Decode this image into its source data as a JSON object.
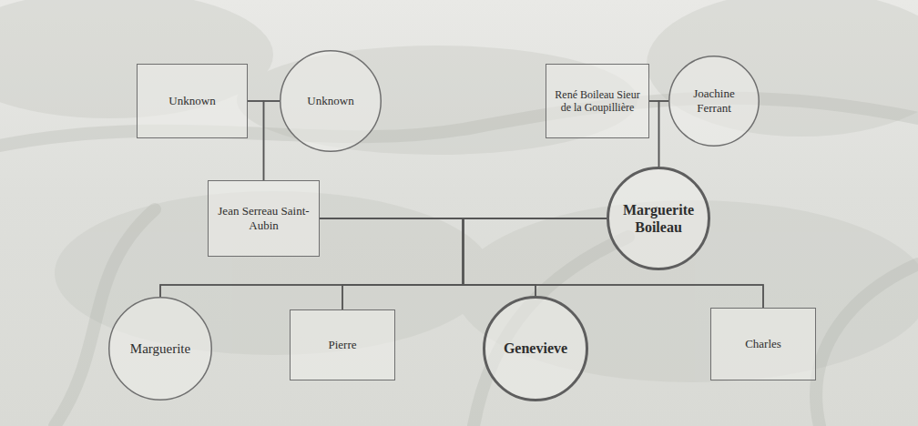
{
  "diagram": {
    "nodes": [
      {
        "text": [
          "Unknown"
        ]
      },
      {
        "text": [
          "Unknown"
        ]
      },
      {
        "text": [
          "René Boileau Sieur de la Goupillière"
        ]
      },
      {
        "text": [
          "Joachine Ferrant"
        ]
      },
      {
        "text": [
          "Jean Serreau Saint-Aubin"
        ]
      },
      {
        "text": [
          "Marguerite Boileau"
        ]
      },
      {
        "text": [
          "Marguerite"
        ]
      },
      {
        "text": [
          "Pierre"
        ]
      },
      {
        "text": [
          "Genevieve"
        ]
      },
      {
        "text": [
          "Charles"
        ]
      }
    ],
    "edges": [
      {
        "from": 0,
        "to": 1,
        "arrow": "none"
      },
      {
        "from": 0,
        "to": 4,
        "arrow": "none"
      },
      {
        "from": 1,
        "to": 4,
        "arrow": "none"
      },
      {
        "from": 2,
        "to": 3,
        "arrow": "none"
      },
      {
        "from": 2,
        "to": 5,
        "arrow": "none"
      },
      {
        "from": 3,
        "to": 5,
        "arrow": "none"
      },
      {
        "from": 4,
        "to": 5,
        "arrow": "none"
      },
      {
        "from": 4,
        "to": 6,
        "arrow": "none"
      },
      {
        "from": 4,
        "to": 7,
        "arrow": "none"
      },
      {
        "from": 4,
        "to": 8,
        "arrow": "none"
      },
      {
        "from": 4,
        "to": 9,
        "arrow": "none"
      },
      {
        "from": 5,
        "to": 6,
        "arrow": "none"
      },
      {
        "from": 5,
        "to": 7,
        "arrow": "none"
      },
      {
        "from": 5,
        "to": 8,
        "arrow": "none"
      },
      {
        "from": 5,
        "to": 9,
        "arrow": "none"
      }
    ]
  }
}
